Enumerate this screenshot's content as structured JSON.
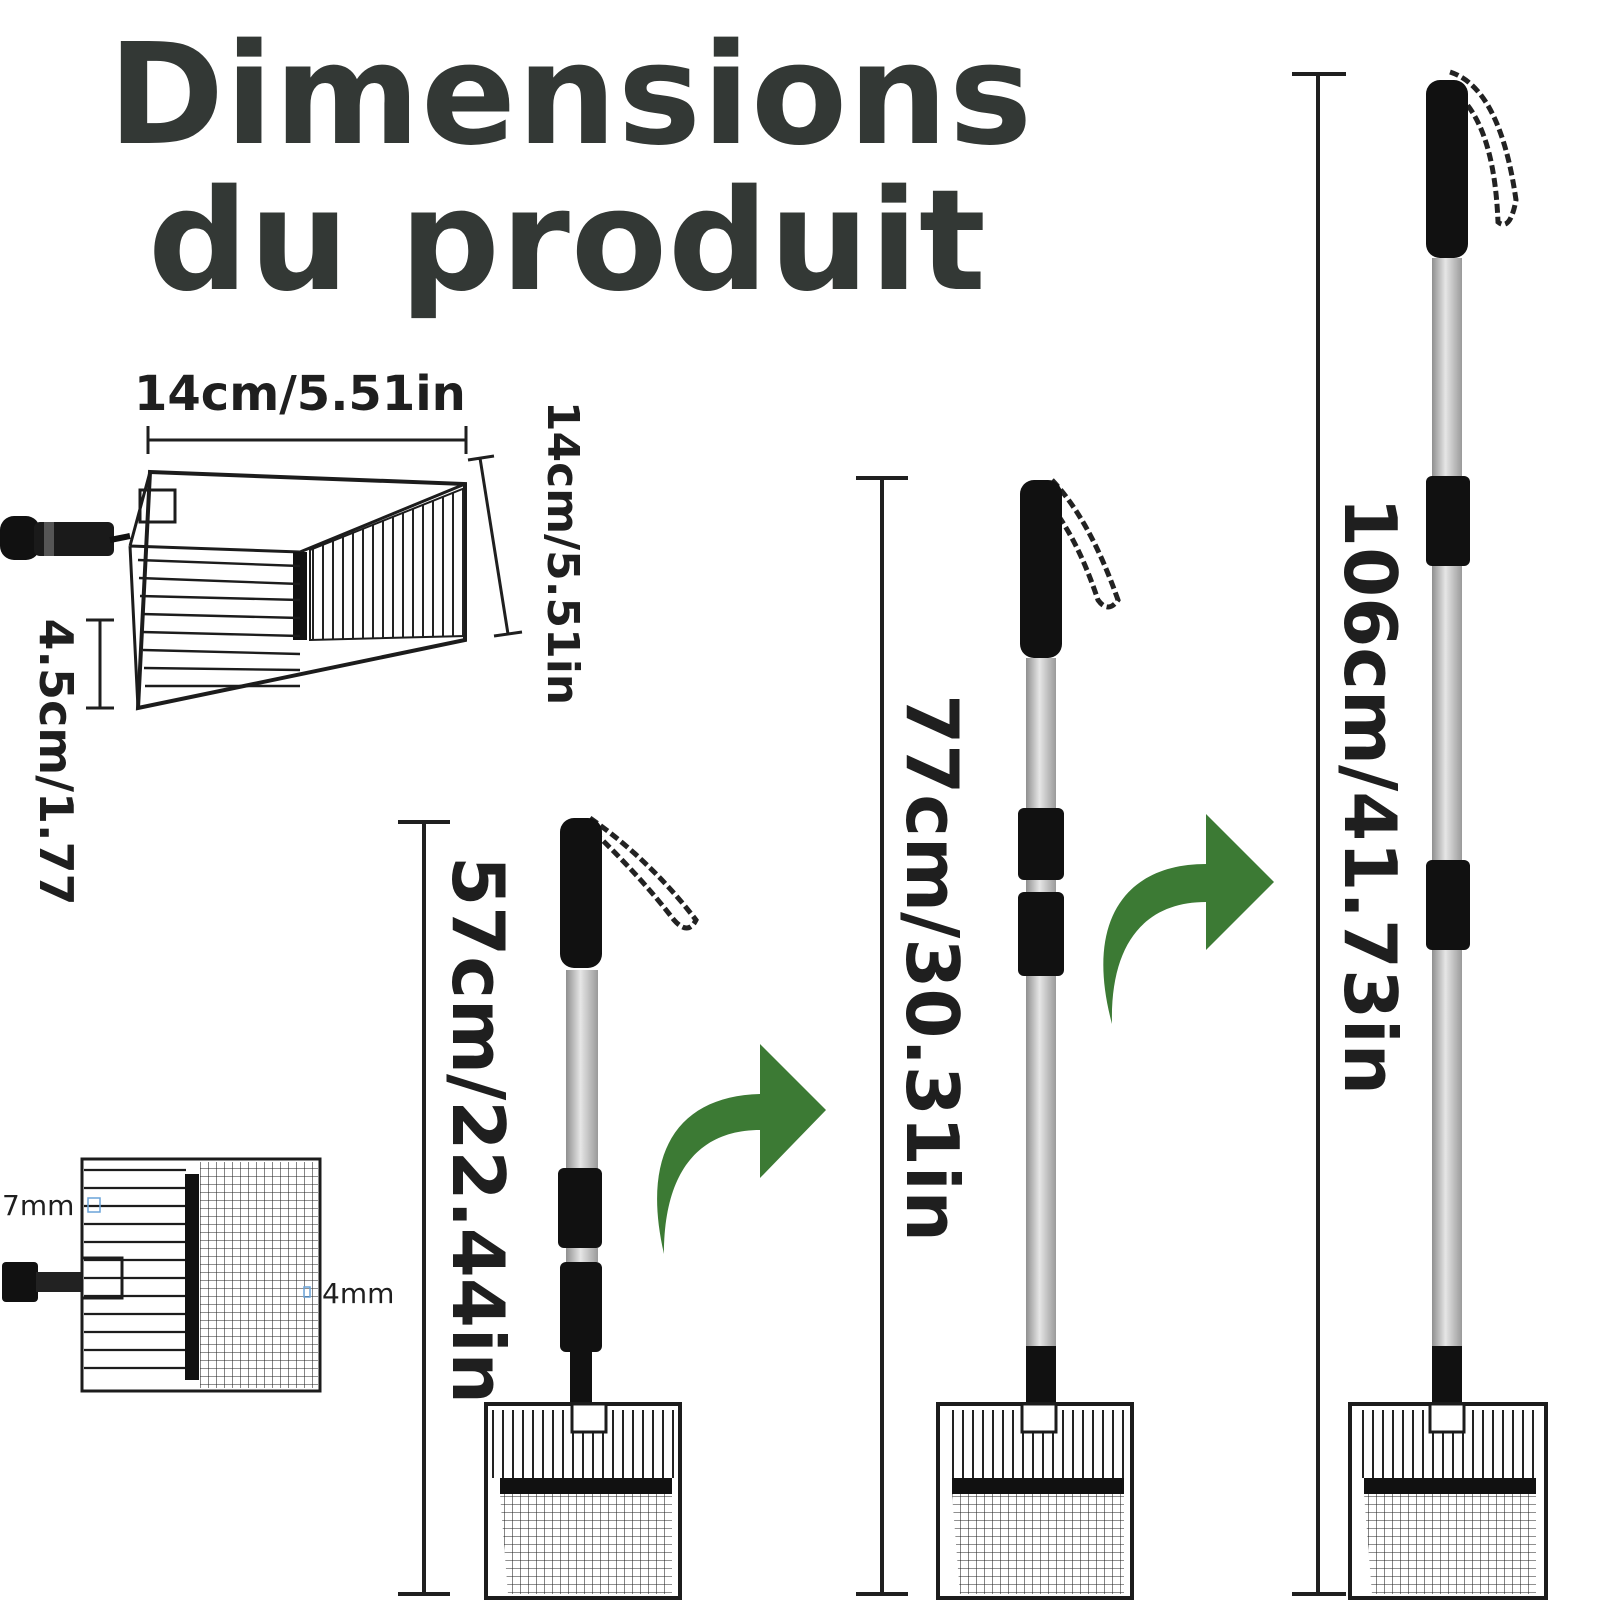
{
  "heading": {
    "line1": "Dimensions",
    "line2": "du produit"
  },
  "basket_dims": {
    "width": "14cm/5.51in",
    "depth": "14cm/5.51in",
    "height": "4.5cm/1.77"
  },
  "mesh_dims": {
    "large_gap": "7mm",
    "small_gap": "4mm"
  },
  "lengths": {
    "short": "57cm/22.44in",
    "medium": "77cm/30.31in",
    "long": "106cm/41.73in"
  },
  "colors": {
    "title": "#333835",
    "arrow_green": "#3c7a34",
    "black": "#111111",
    "pole": "#bfbfbf"
  }
}
